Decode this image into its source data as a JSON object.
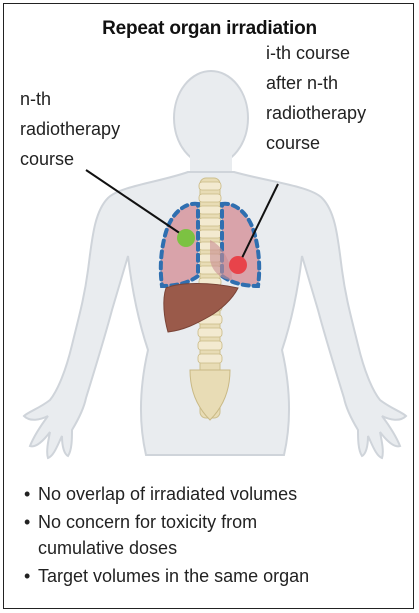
{
  "title": "Repeat organ irradiation",
  "left_label": {
    "lines": [
      "n-th",
      "radiotherapy",
      "course"
    ],
    "marker_color": "#7cc242"
  },
  "right_label": {
    "lines": [
      "i-th course",
      "after n-th",
      "radiotherapy",
      "course"
    ],
    "marker_color": "#e8434a"
  },
  "bullets": [
    {
      "lines": [
        "No overlap of irradiated volumes"
      ]
    },
    {
      "lines": [
        "No concern for toxicity from",
        "cumulative doses"
      ]
    },
    {
      "lines": [
        "Target volumes in the same organ"
      ]
    }
  ],
  "colors": {
    "body": "#e9ecef",
    "body_outline": "#cfd4da",
    "lung": "#d9a3aa",
    "target_outline": "#2f6fb0",
    "liver": "#9a5a4a",
    "spine": "#e8dcb5"
  },
  "icons": [
    "human-body-icon",
    "lungs-icon",
    "liver-icon",
    "spine-icon"
  ]
}
